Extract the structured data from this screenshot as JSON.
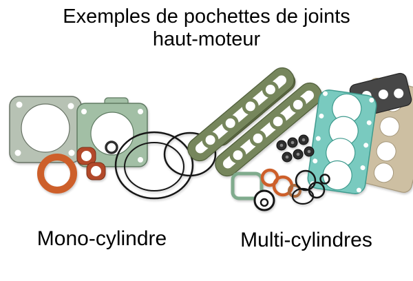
{
  "title": {
    "line1": "Exemples de pochettes de joints",
    "line2": "haut-moteur"
  },
  "captions": {
    "mono": "Mono-cylindre",
    "multi": "Multi-cylindres"
  },
  "image_description": "Photo of two motorcycle top-end gasket kits: a single-cylinder kit (left) and a multi-cylinder kit (right)",
  "colors": {
    "background": "#ffffff",
    "text": "#000000",
    "sage_gasket": "#b7c2b4",
    "green_gasket": "#a2bfa5",
    "olive_gasket": "#76865c",
    "olive_dark": "#5e6b44",
    "teal_gasket": "#79cabf",
    "orange_oring": "#cd5f2a",
    "red_gasket": "#b24a2c",
    "copper_washer": "#a9683a",
    "beige_gasket": "#cdbfa2",
    "gray_gasket": "#474747",
    "dark_rubber": "#2e2e2e",
    "black_outline": "#161616"
  }
}
